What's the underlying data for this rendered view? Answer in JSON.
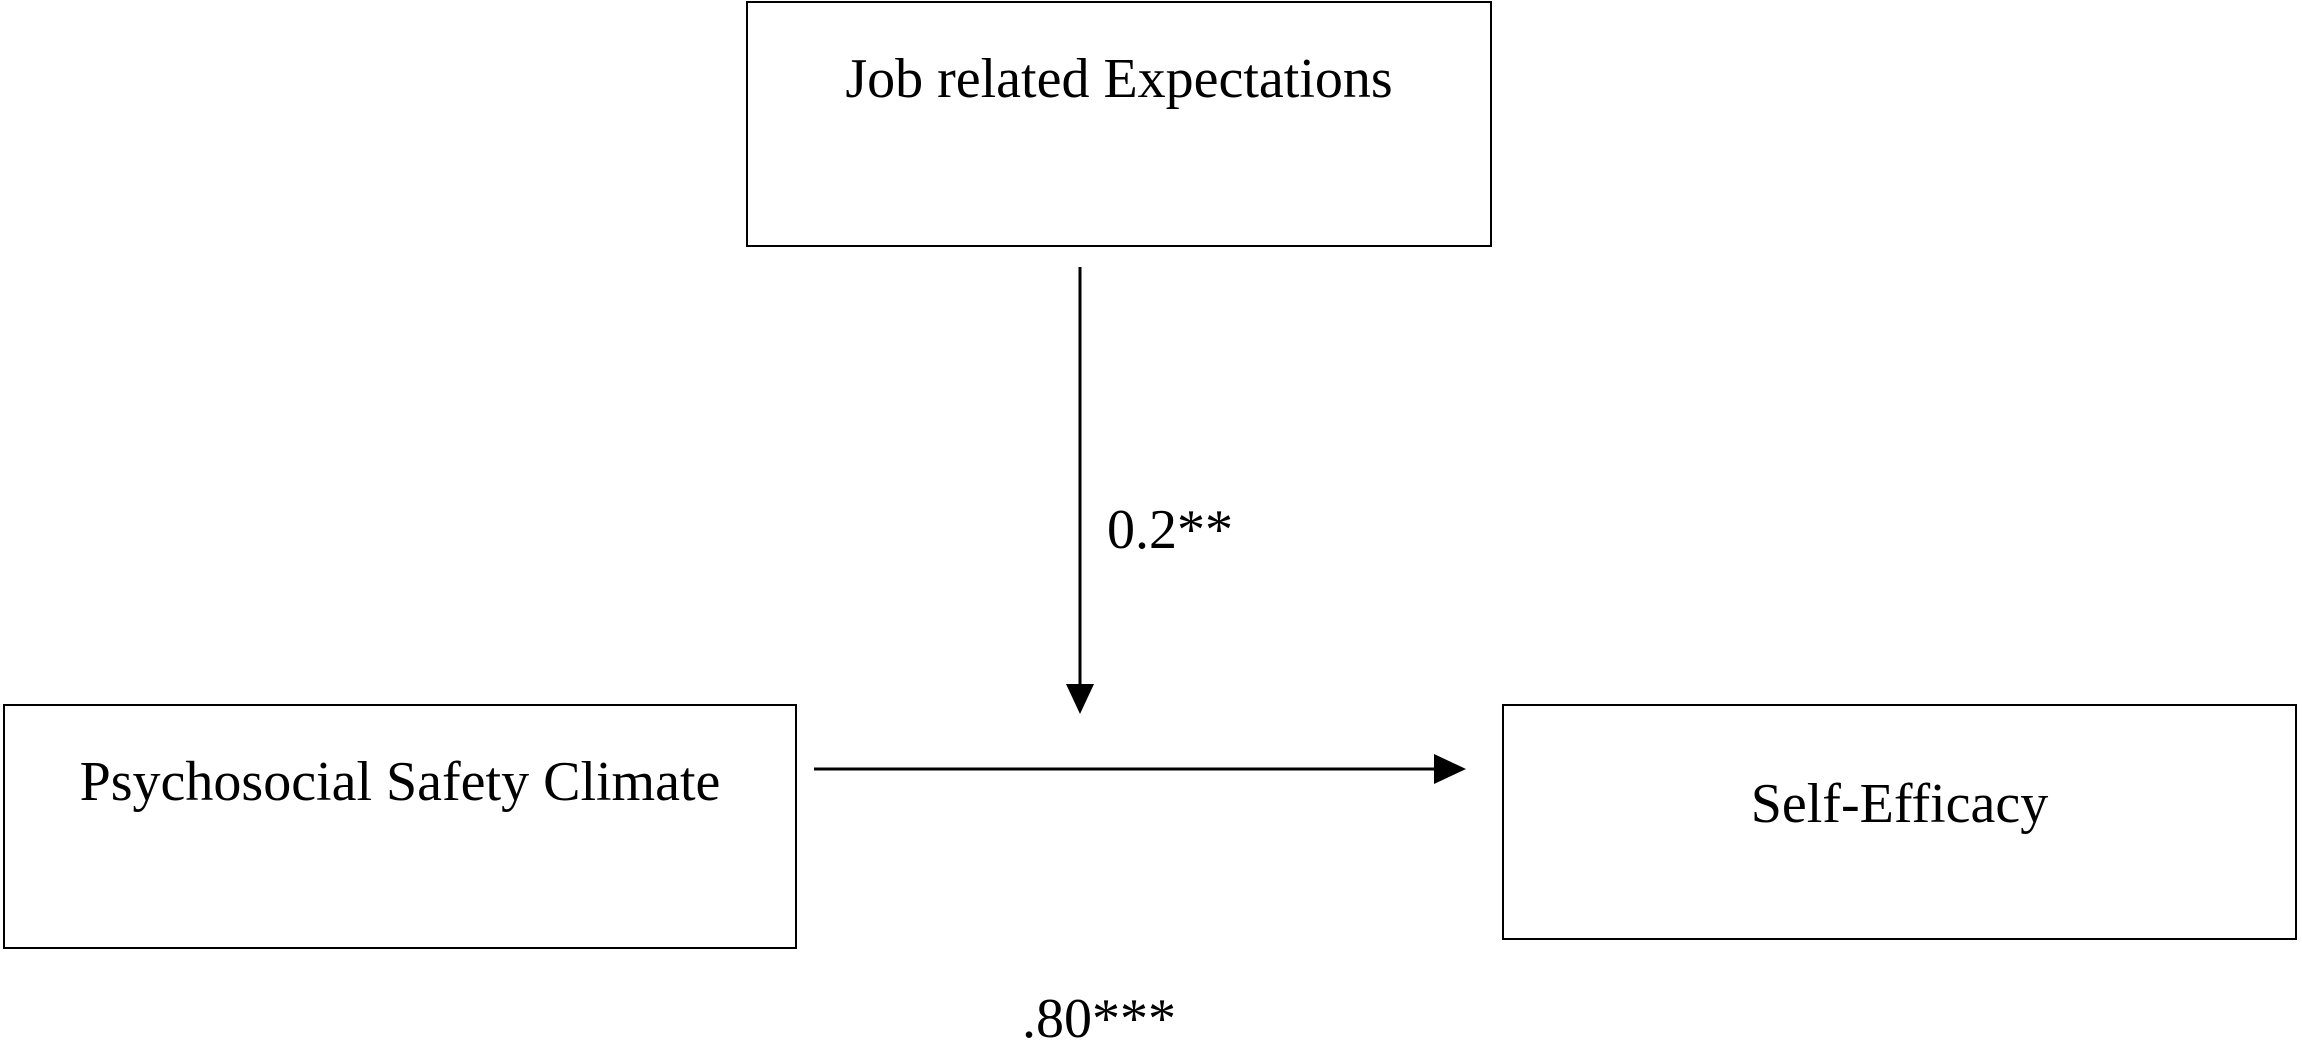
{
  "diagram": {
    "nodes": {
      "moderator": {
        "label": "Job related Expectations"
      },
      "predictor": {
        "label": "Psychosocial Safety Climate"
      },
      "outcome": {
        "label": "Self-Efficacy"
      }
    },
    "edges": {
      "moderation": {
        "from": "moderator",
        "to": "predictor-outcome path",
        "coefficient": "0.2**"
      },
      "direct": {
        "from": "predictor",
        "to": "outcome",
        "coefficient": ".80***"
      }
    },
    "colors": {
      "line": "#000000",
      "background": "#ffffff"
    }
  }
}
